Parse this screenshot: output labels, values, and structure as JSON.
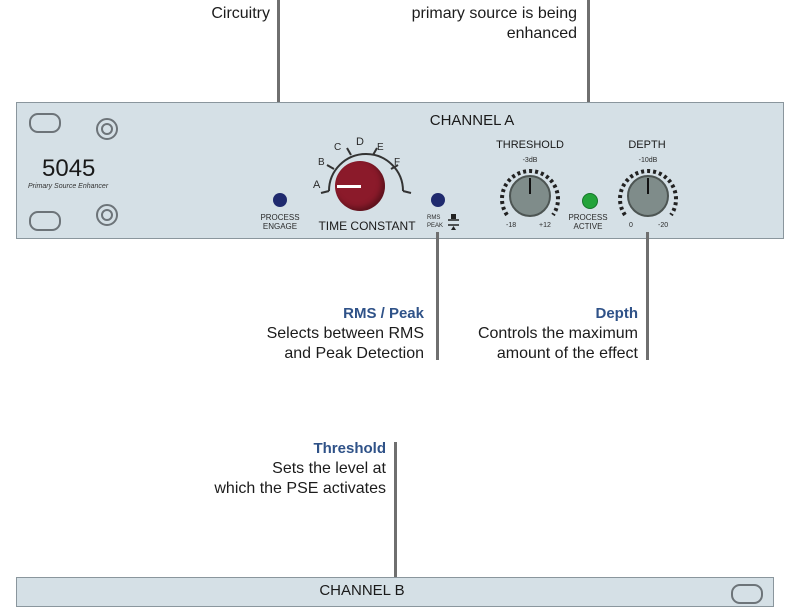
{
  "callouts": {
    "engage": {
      "text": "Circuitry"
    },
    "process_active": {
      "line1": "primary source is being",
      "line2": "enhanced"
    },
    "rms_peak": {
      "title": "RMS / Peak",
      "line1": "Selects between RMS",
      "line2": "and Peak Detection"
    },
    "depth": {
      "title": "Depth",
      "line1": "Controls the maximum",
      "line2": "amount of the effect"
    },
    "threshold": {
      "title": "Threshold",
      "line1": "Sets the level at",
      "line2": "which the PSE activates"
    }
  },
  "panel": {
    "model": "5045",
    "model_subtitle": "Primary Source Enhancer",
    "channel": "CHANNEL A",
    "process_engage": {
      "line1": "PROCESS",
      "line2": "ENGAGE"
    },
    "time_constant": {
      "label": "TIME CONSTANT",
      "positions": [
        "A",
        "B",
        "C",
        "D",
        "E",
        "F"
      ]
    },
    "rms_peak_switch": {
      "rms": "RMS",
      "peak": "PEAK"
    },
    "threshold": {
      "label": "THRESHOLD",
      "top": "-3dB",
      "min": "-18",
      "max": "+12"
    },
    "process_active": {
      "line1": "PROCESS",
      "line2": "ACTIVE"
    },
    "depth": {
      "label": "DEPTH",
      "top": "-10dB",
      "min": "0",
      "max": "-20"
    }
  },
  "panel2": {
    "channel": "CHANNEL B"
  },
  "colors": {
    "panel": "#d5e0e6",
    "led_blue": "#1f2a6e",
    "led_green": "#23a33a",
    "knob_red": "#8b1a2a",
    "knob_grey": "#7f8c8a",
    "title_blue": "#2f5288"
  }
}
